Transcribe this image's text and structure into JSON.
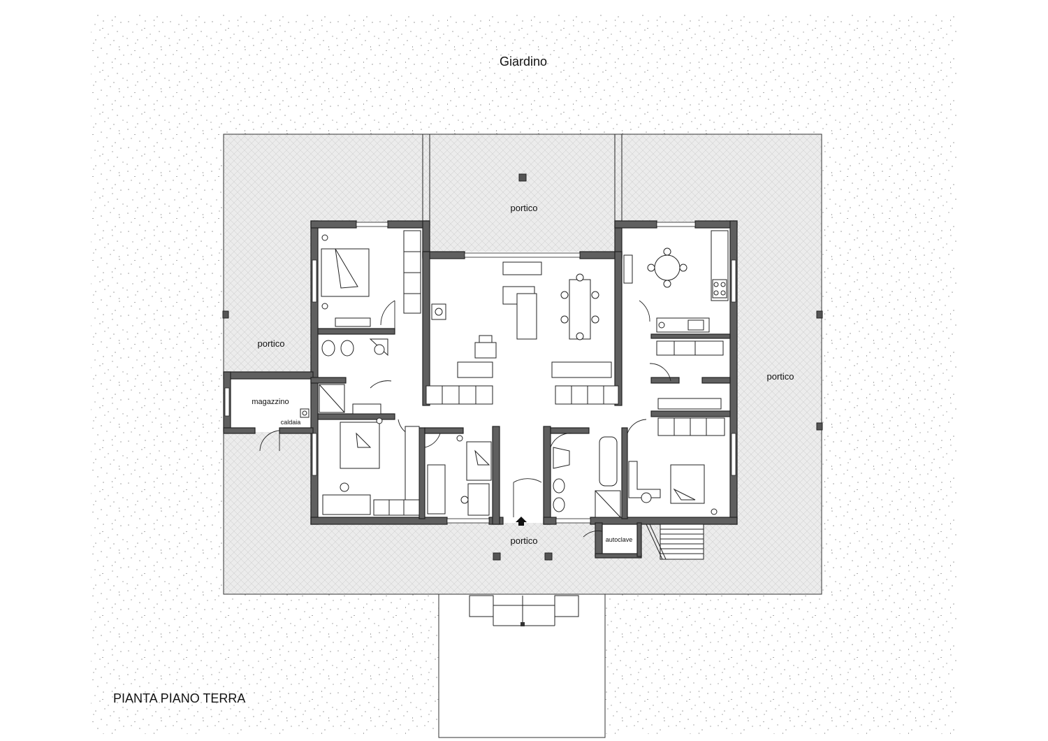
{
  "title": "PIANTA PIANO TERRA",
  "labels": {
    "garden": "Giardino",
    "portico_top": "portico",
    "portico_left": "portico",
    "portico_right": "portico",
    "portico_bottom": "portico",
    "storage": "magazzino",
    "boiler": "caldaia",
    "autoclave": "autoclave"
  },
  "colors": {
    "wall": "#5f5f5f",
    "porch_floor": "#e6e6e6",
    "garden_dots": "#9a9a9a",
    "line": "#222222"
  },
  "icons": [
    "entrance-arrow-icon",
    "stove-icon",
    "sink-icon",
    "toilet-icon",
    "bidet-icon",
    "shower-icon",
    "bathtub-icon",
    "bed-icon",
    "sofa-icon",
    "table-icon",
    "stairs-icon",
    "column-icon"
  ]
}
